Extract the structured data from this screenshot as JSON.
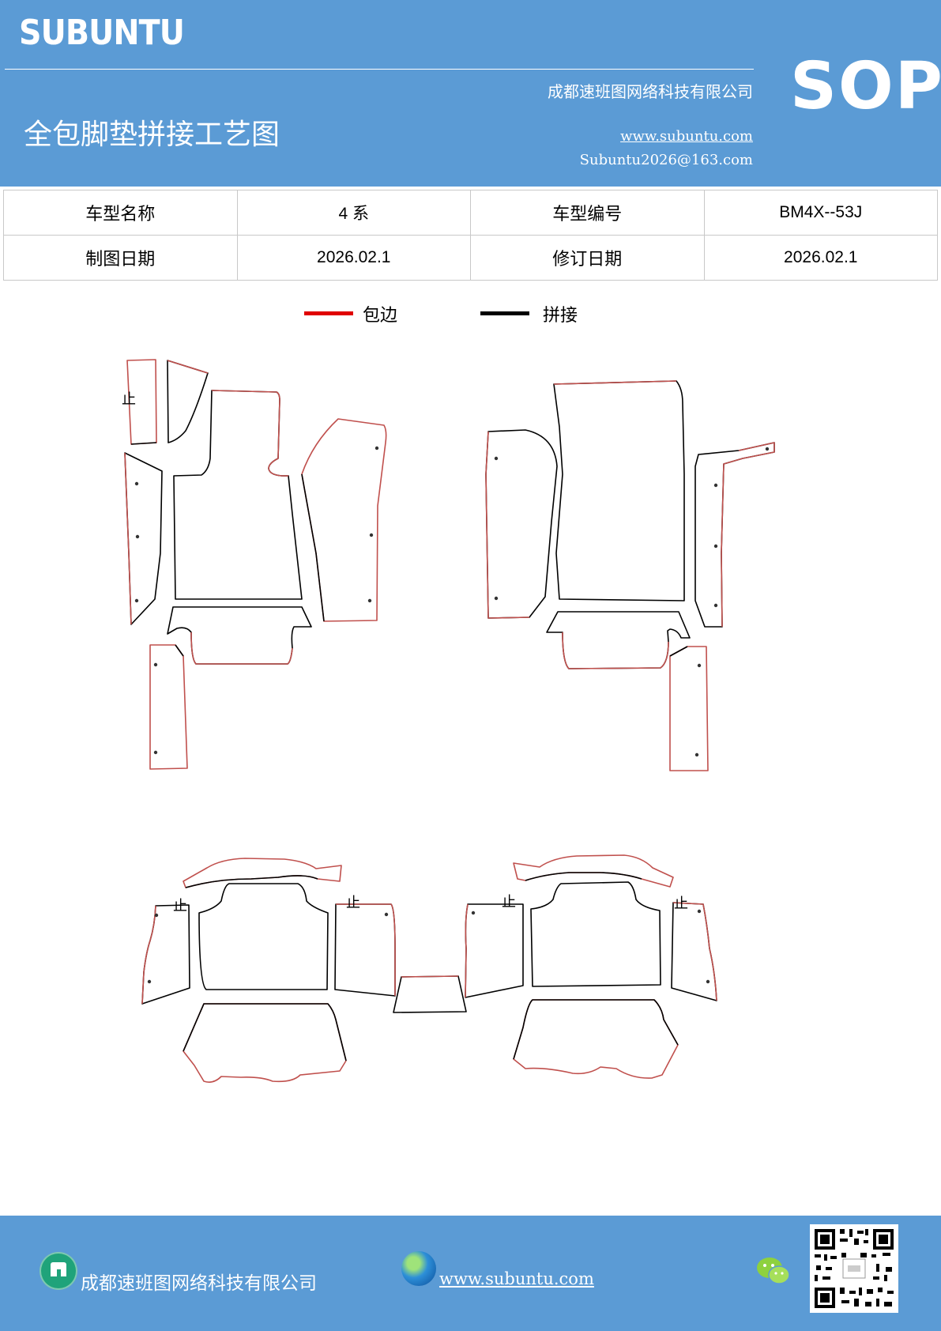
{
  "header": {
    "brand": "SUBUNTU",
    "company": "成都速班图网络科技有限公司",
    "title": "全包脚垫拼接工艺图",
    "website": "www.subuntu.com",
    "email": "Subuntu2026@163.com",
    "badge": "SOP"
  },
  "info_table": {
    "rows": [
      [
        "车型名称",
        "4 系",
        "车型编号",
        "BM4X--53J"
      ],
      [
        "制图日期",
        "2026.02.1",
        "修订日期",
        "2026.02.1"
      ]
    ]
  },
  "legend": {
    "items": [
      {
        "label": "包边",
        "color": "#e00000"
      },
      {
        "label": "拼接",
        "color": "#000000"
      }
    ]
  },
  "drawing": {
    "stop_mark": "止",
    "edge_color": "#c0504d",
    "seam_color": "#000000"
  },
  "footer": {
    "company": "成都速班图网络科技有限公司",
    "website": "www.subuntu.com ",
    "icons": [
      "building-icon",
      "globe-icon",
      "wechat-icon",
      "qr-code"
    ]
  },
  "colors": {
    "header_bg": "#5b9bd5",
    "footer_bg": "#5b9bd5"
  }
}
